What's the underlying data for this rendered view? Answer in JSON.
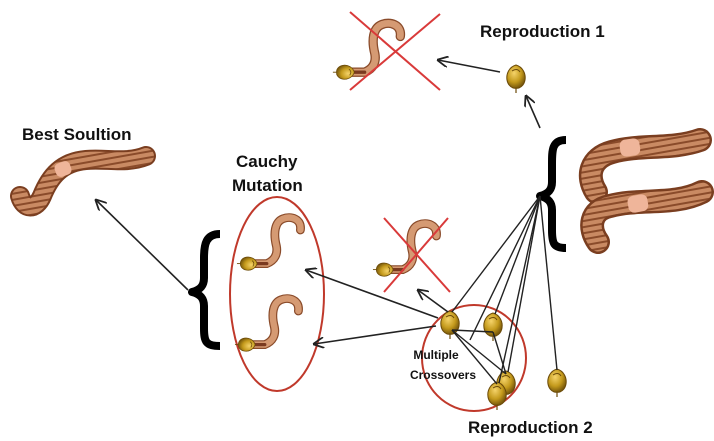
{
  "labels": {
    "best_solution": "Best Soultion",
    "cauchy_mutation_line1": "Cauchy",
    "cauchy_mutation_line2": "Mutation",
    "reproduction_1": "Reproduction 1",
    "reproduction_2": "Reproduction 2",
    "multiple_crossovers_line1": "Multiple",
    "multiple_crossovers_line2": "Crossovers"
  },
  "icons": {
    "worm": "earthworm-icon",
    "cocoon": "cocoon-icon",
    "eliminated": "red-x-icon",
    "brace": "curly-brace-icon"
  },
  "colors": {
    "worm_body": "#c98a63",
    "worm_stripe": "#8a4b2a",
    "worm_clitellum": "#efb59a",
    "cocoon": "#c49a1c",
    "ellipse": "#c0392b",
    "cross": "#d93a3a",
    "arrow": "#222222"
  }
}
